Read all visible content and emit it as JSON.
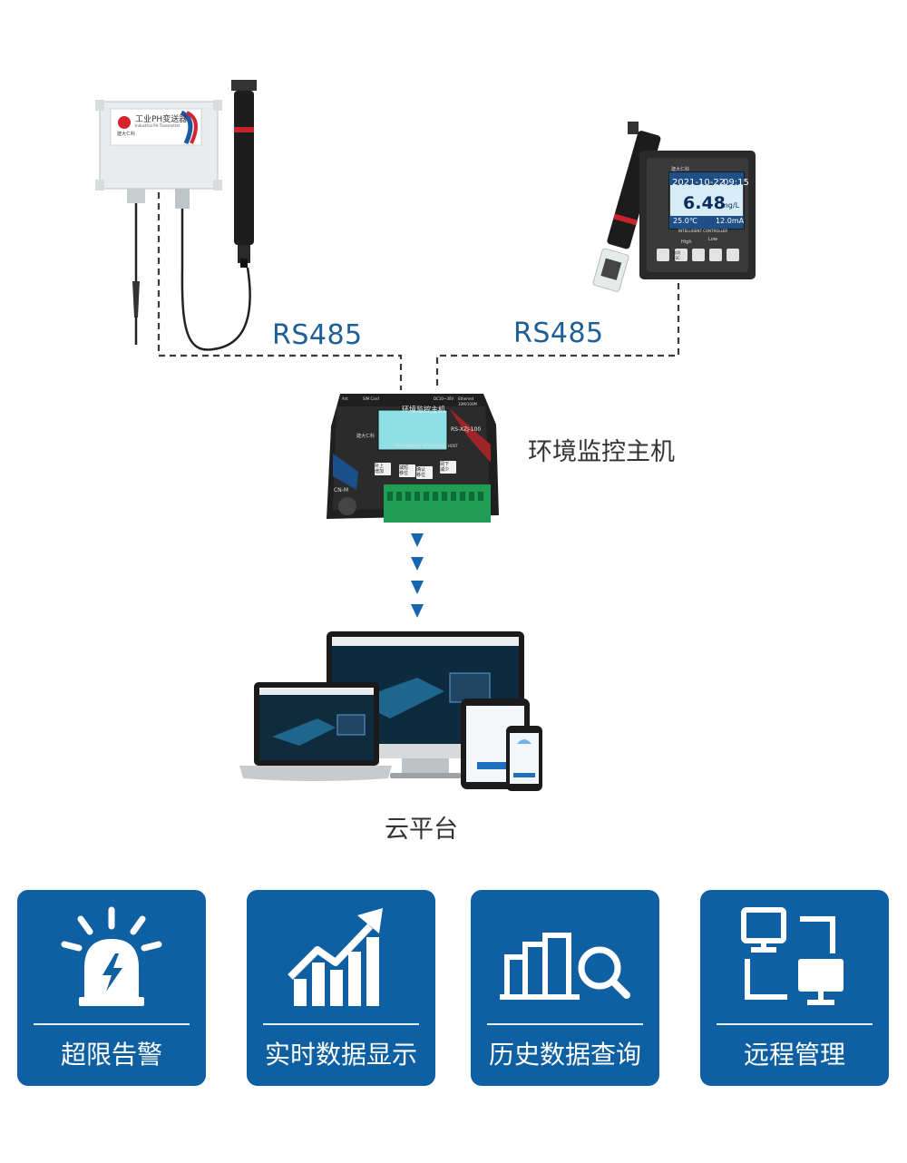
{
  "links": {
    "left_label": "RS485",
    "right_label": "RS485"
  },
  "ph_transmitter": {
    "brand": "建大仁科",
    "title": "工业PH变送器",
    "subtitle": "Industrial PH Transmitter"
  },
  "controller": {
    "brand": "建大仁科",
    "date": "2021-10-22",
    "time": "09:15",
    "reading": "6.48",
    "reading_unit": "mg/L",
    "temperature": "25.0℃",
    "current": "12.0mA",
    "footer": "INTELLIGENT CONTROLLER",
    "high": "High",
    "low": "Low",
    "esc_cn": "取消",
    "esc_en": "ESC"
  },
  "host": {
    "caption": "环境监控主机",
    "title": "环境监控主机",
    "subtitle": "ENVIRONMENT MONITORING HOST",
    "brand": "建大仁科",
    "model": "RS-XZJ-100",
    "top_ant": "Ant",
    "top_sim": "SIM Card",
    "top_power": "DC10~30V",
    "top_eth": "Ethernet",
    "top_eth_speed": "10M/100M",
    "btn1_top": "补上",
    "btn1_bottom": "增加",
    "btn2_top": "减短",
    "btn2_bottom": "移位",
    "btn3_top": "确认",
    "btn3_bottom": "移位",
    "btn4_top": "阅下",
    "btn4_bottom": "减少",
    "cn_label": "CN-M"
  },
  "cloud": {
    "caption": "云平台"
  },
  "features": [
    {
      "label": "超限告警",
      "icon": "alarm-light-icon"
    },
    {
      "label": "实时数据显示",
      "icon": "rising-chart-icon"
    },
    {
      "label": "历史数据查询",
      "icon": "bar-search-icon"
    },
    {
      "label": "远程管理",
      "icon": "remote-network-icon"
    }
  ],
  "colors": {
    "brand_blue": "#0f60a2",
    "label_blue": "#1e5f97",
    "dash": "#3a3a3a"
  }
}
